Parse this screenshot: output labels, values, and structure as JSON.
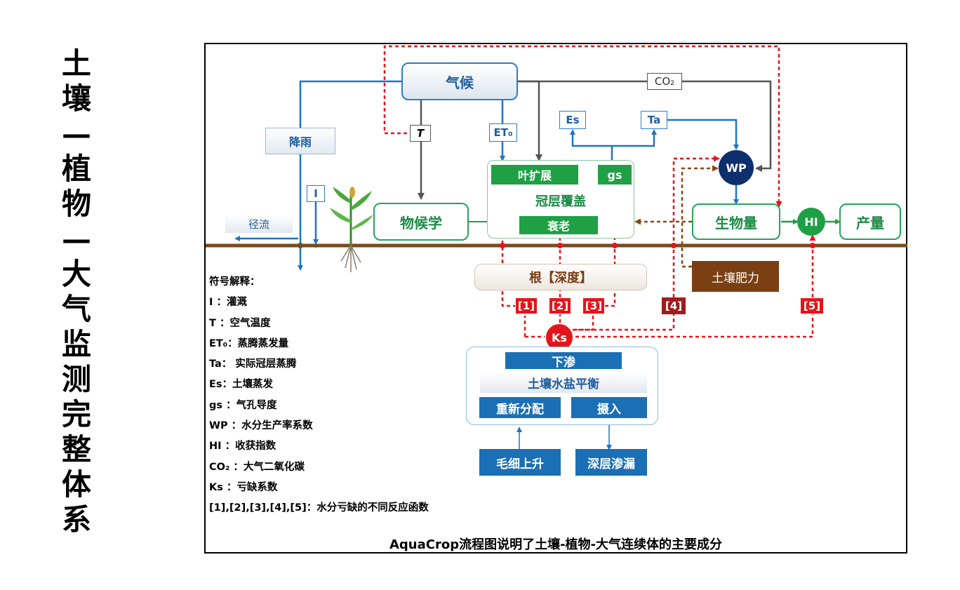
{
  "side_title": [
    "土",
    "壤",
    "—",
    "植",
    "物",
    "—",
    "大",
    "气",
    "监",
    "测",
    "完",
    "整",
    "体",
    "系"
  ],
  "nodes": {
    "climate": "气候",
    "co2": "CO₂",
    "t": "T",
    "et0": "ET₀",
    "es": "Es",
    "ta": "Ta",
    "rain": "降雨",
    "irrigation": "I",
    "runoff": "径流",
    "phenology": "物候学",
    "leaf_expansion": "叶扩展",
    "gs": "gs",
    "canopy_cover": "冠层覆盖",
    "senescence": "衰老",
    "wp": "WP",
    "biomass": "生物量",
    "hi": "HI",
    "yield": "产量",
    "root": "根【深度】",
    "soil_fertility": "土壤肥力",
    "ks": "Ks",
    "percolation": "下渗",
    "soil_water_salt": "土壤水盐平衡",
    "redistribution": "重新分配",
    "uptake": "摄入",
    "capillary_rise": "毛细上升",
    "deep_drainage": "深层渗漏"
  },
  "stress_tags": [
    "[1]",
    "[2]",
    "[3]",
    "[4]",
    "[5]"
  ],
  "legend": [
    "符号解释：",
    "I ：灌溉",
    "T ：空气温度",
    "ET₀：蒸腾蒸发量",
    "Ta： 实际冠层蒸腾",
    "Es：土壤蒸发",
    "gs ：气孔导度",
    "WP ：水分生产率系数",
    "HI ：收获指数",
    "CO₂ ：大气二氧化碳",
    "Ks ：亏缺系数",
    "[1],[2],[3],[4],[5]：水分亏缺的不同反应函数"
  ],
  "caption": "AquaCrop流程图说明了土壤-植物-大气连续体的主要成分",
  "colors": {
    "blue_line": "#1f74c2",
    "gray_line": "#555555",
    "red_dash": "#e5141b",
    "brown_dash": "#8b4513",
    "soil": "#7a4a1e",
    "green": "#1fa045",
    "navy_circle": "#0e2f6e"
  }
}
